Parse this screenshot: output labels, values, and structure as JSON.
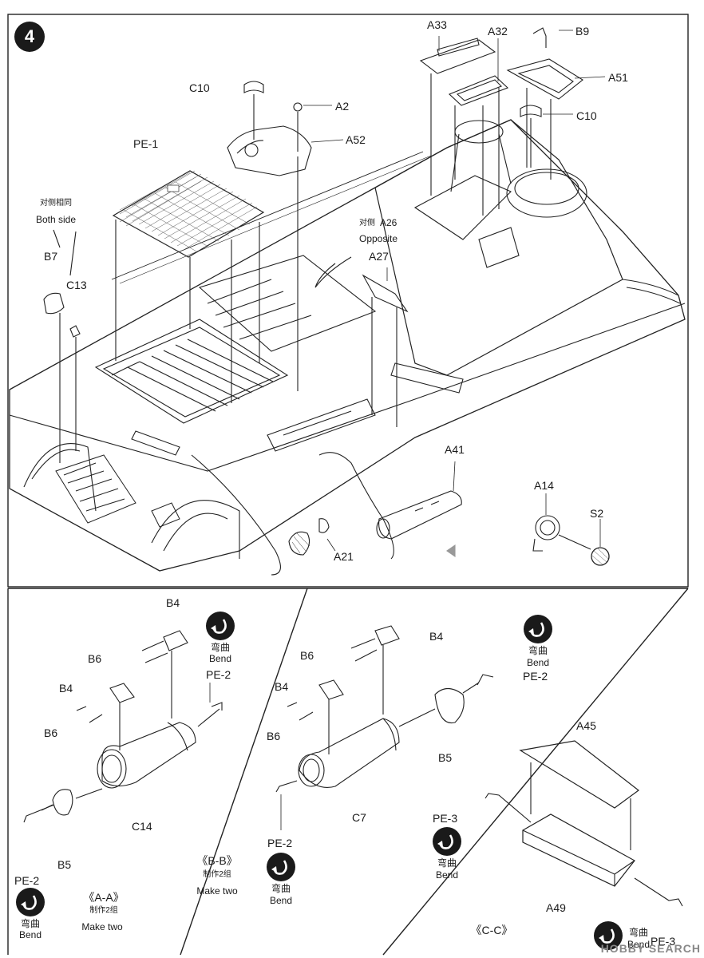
{
  "step": {
    "number": "4"
  },
  "main_labels": {
    "C10_top": "C10",
    "A2": "A2",
    "A52": "A52",
    "PE1": "PE-1",
    "A33": "A33",
    "A32": "A32",
    "B9": "B9",
    "A51": "A51",
    "C10_right": "C10",
    "both_side_cn": "对侧相同",
    "both_side_en": "Both side",
    "B7": "B7",
    "C13": "C13",
    "opposite_cn_prefix": "对侧",
    "A26": "A26",
    "opposite_en": "Opposite",
    "A27": "A27",
    "A41": "A41",
    "A14": "A14",
    "S2": "S2",
    "A21": "A21"
  },
  "section_aa": {
    "B4_top": "B4",
    "B6_top": "B6",
    "B4_mid": "B4",
    "B6_mid": "B6",
    "PE2_top": "PE-2",
    "C14": "C14",
    "B5": "B5",
    "PE2_bottom": "PE-2",
    "title": "《A-A》",
    "make_cn": "制作2组",
    "make_en": "Make two",
    "bend_cn": "弯曲",
    "bend_en": "Bend"
  },
  "section_bb": {
    "B4_top": "B4",
    "B6_top": "B6",
    "B4_mid": "B4",
    "B6_mid": "B6",
    "PE2_right": "PE-2",
    "B5": "B5",
    "C7": "C7",
    "PE2_bottom": "PE-2",
    "title": "《B-B》",
    "make_cn": "制作2组",
    "make_en": "Make two",
    "bend_cn": "弯曲",
    "bend_en": "Bend",
    "bend2_cn": "弯曲",
    "bend2_en": "Bend"
  },
  "section_cc": {
    "A45": "A45",
    "PE3": "PE-3",
    "A49": "A49",
    "PE3_right": "PE-3",
    "title": "《C-C》",
    "bend_cn": "弯曲",
    "bend_en": "Bend",
    "bend2_cn": "弯曲",
    "bend2_en": "Bend"
  },
  "watermark": "HOBBY SEARCH"
}
